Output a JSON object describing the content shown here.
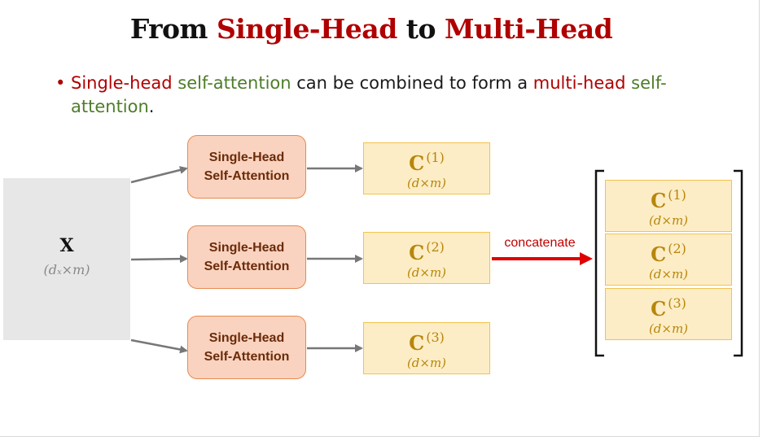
{
  "title": {
    "part1": "From ",
    "part2": "Single-Head",
    "part3": " to ",
    "part4": "Multi-Head"
  },
  "bullet": {
    "marker": "•",
    "seg1": "Single-head",
    "seg2": " ",
    "seg3": "self-attention",
    "seg4": " can be combined to form a ",
    "seg5": "multi-head",
    "seg6": "self-attention",
    "seg7": "."
  },
  "input": {
    "label": "X",
    "dim": "(dₓ×m)"
  },
  "heads": [
    {
      "line1": "Single-Head",
      "line2": "Self-Attention"
    },
    {
      "line1": "Single-Head",
      "line2": "Self-Attention"
    },
    {
      "line1": "Single-Head",
      "line2": "Self-Attention"
    }
  ],
  "outputs": [
    {
      "symbol": "C",
      "sup": "(1)",
      "dim": "(d×m)"
    },
    {
      "symbol": "C",
      "sup": "(2)",
      "dim": "(d×m)"
    },
    {
      "symbol": "C",
      "sup": "(3)",
      "dim": "(d×m)"
    }
  ],
  "concat": {
    "label": "concatenate"
  },
  "stacked": [
    {
      "symbol": "C",
      "sup": "(1)",
      "dim": "(d×m)"
    },
    {
      "symbol": "C",
      "sup": "(2)",
      "dim": "(d×m)"
    },
    {
      "symbol": "C",
      "sup": "(3)",
      "dim": "(d×m)"
    }
  ],
  "colors": {
    "red": "#b00000",
    "green": "#4e7d2a",
    "head_fill": "#f9d3bf",
    "head_border": "#e8894f",
    "out_fill": "#fdedc6",
    "out_border": "#f2c24d",
    "arrow": "#777777",
    "concat_arrow": "#e00000"
  }
}
